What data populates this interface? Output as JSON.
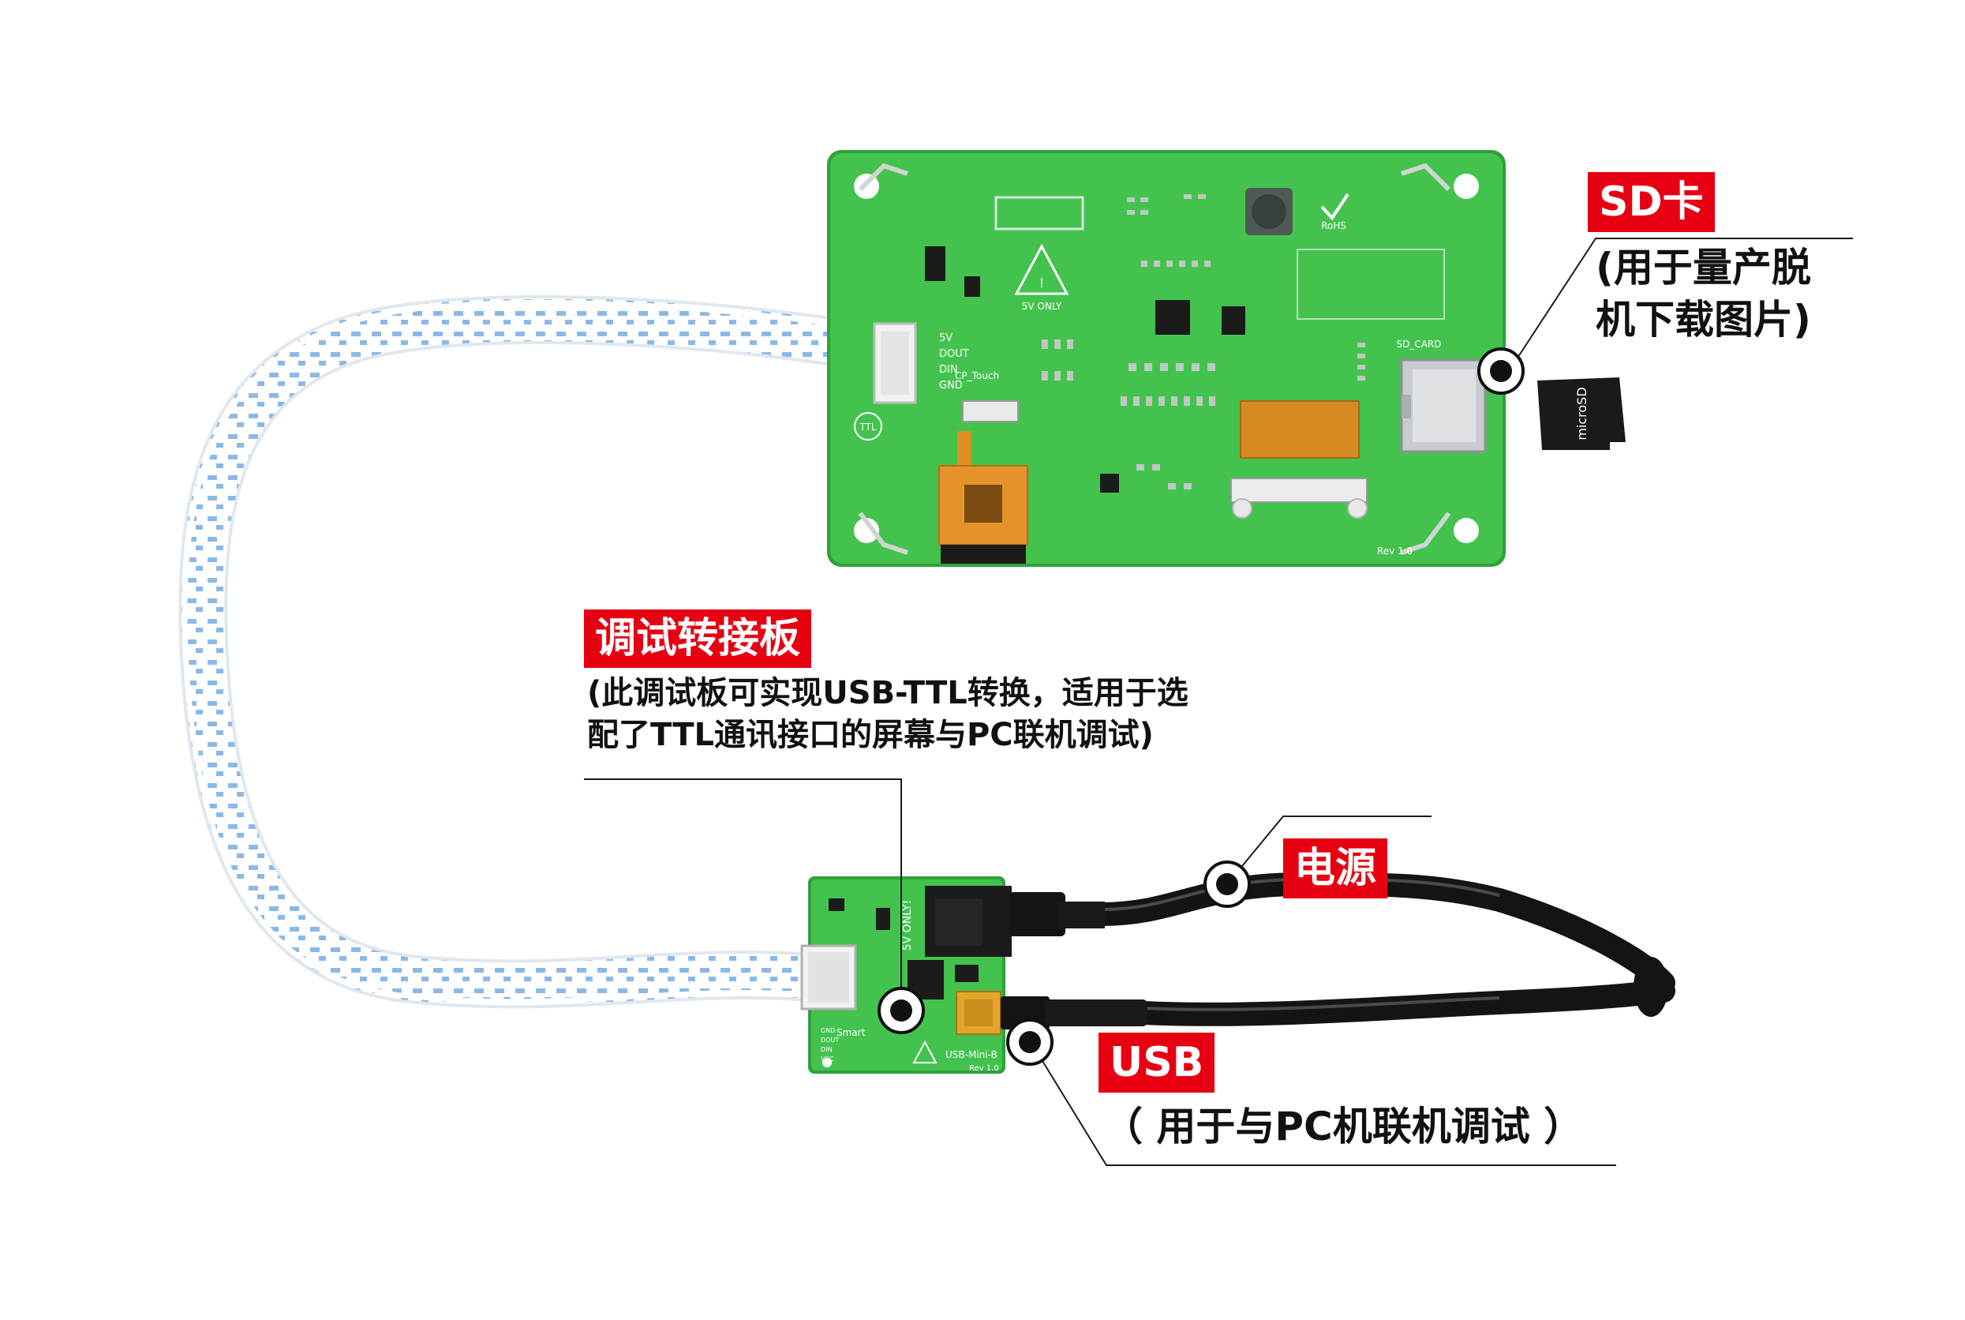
{
  "colors": {
    "pcb_green": "#3fbf4a",
    "pcb_green_dark": "#2ea23a",
    "callout_red": "#e60012",
    "cable_blue": "#7fb3e6",
    "fpc_orange": "#d98a1f"
  },
  "callouts": {
    "sd": {
      "tag": "SD卡",
      "desc": [
        "(用于量产脱",
        "机下载图片)"
      ]
    },
    "debug_board": {
      "tag": "调试转接板",
      "desc": [
        "(此调试板可实现USB-TTL转换，适用于选",
        "配了TTL通讯接口的屏幕与PC联机调试)"
      ]
    },
    "power": {
      "tag": "电源"
    },
    "usb": {
      "tag": "USB",
      "desc": [
        "（ 用于与PC机联机调试 ）"
      ]
    }
  },
  "main_board": {
    "silk_5v_only": "5V ONLY",
    "silk_rohs": "RoHS",
    "silk_sd_card": "SD_CARD",
    "silk_rev": "Rev 1.0",
    "silk_ttl": "TTL",
    "silk_cp_touch": "CP_Touch",
    "silk_pins": [
      "5V",
      "DOUT",
      "DIN",
      "GND"
    ]
  },
  "sd_card_label": "microSD",
  "adapter_board": {
    "silk_5v_only": "5V ONLY!",
    "silk_smart": "Smart",
    "silk_usb_mini_b": "USB-Mini-B",
    "silk_rev": "Rev 1.0",
    "silk_pins": [
      "GND",
      "DOUT",
      "DIN",
      "VCC"
    ]
  }
}
